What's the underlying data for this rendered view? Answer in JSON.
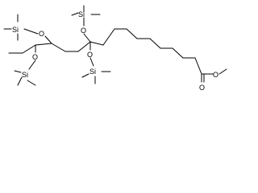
{
  "molecule": {
    "atoms": {
      "si_top": "Si",
      "si_left": "Si",
      "si_bottom_left": "Si",
      "si_mid": "Si",
      "o_top": "O",
      "o_left": "O",
      "o_bottom_left": "O",
      "o_mid": "O",
      "o_ester_carbonyl": "O",
      "o_ester": "O"
    }
  },
  "colors": {
    "bond": "#000000",
    "label": "#000000",
    "background": "#ffffff"
  }
}
